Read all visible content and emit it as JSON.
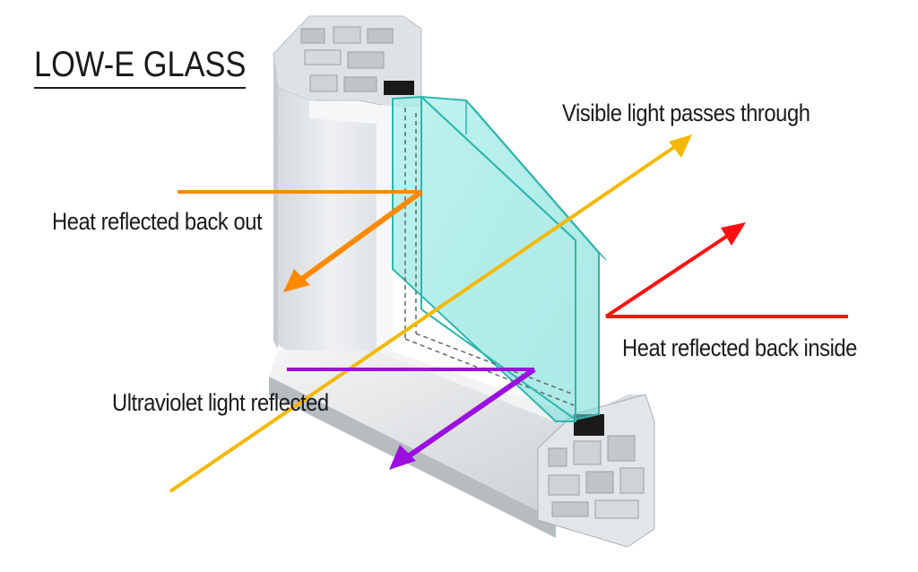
{
  "title": "LOW-E GLASS",
  "labels": {
    "visible_light": "Visible light passes through",
    "heat_out": "Heat reflected back out",
    "heat_inside": "Heat reflected back inside",
    "ultraviolet": "Ultraviolet light reflected"
  },
  "colors": {
    "visible_light": "#f5b800",
    "heat_out": "#ff8a00",
    "heat_inside": "#ff1010",
    "ultraviolet": "#9b10e0",
    "glass": "#7fe3de",
    "glass_edge": "#2fb5ae",
    "frame": "#e8eaec",
    "frame_shadow": "#c9cdd1",
    "spacer": "#111111"
  }
}
